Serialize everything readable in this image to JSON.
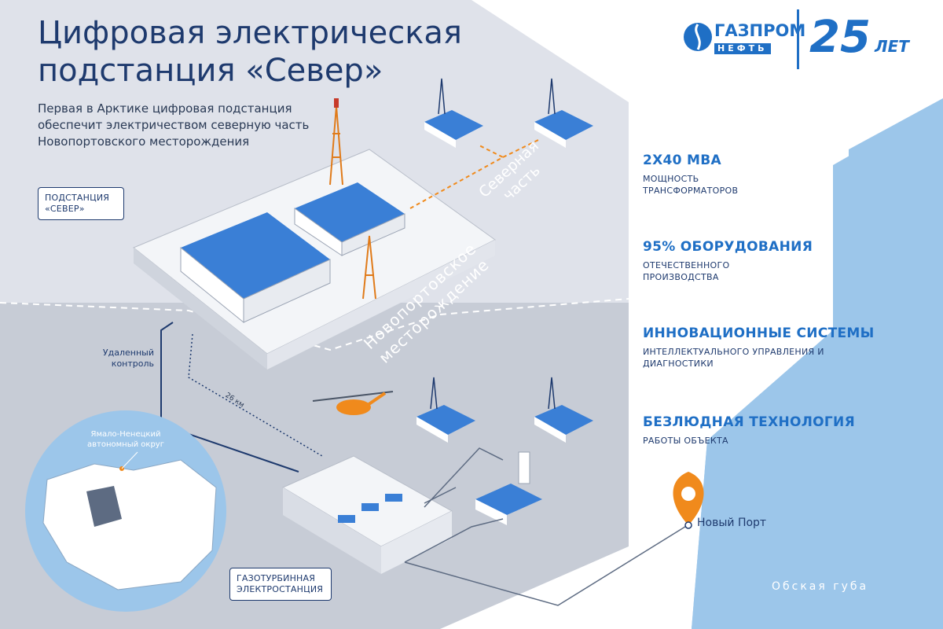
{
  "header": {
    "title_line1": "Цифровая электрическая",
    "title_line2": "подстанция «Север»",
    "subtitle_line1": "Первая в Арктике цифровая подстанция",
    "subtitle_line2": "обеспечит электричеством северную часть",
    "subtitle_line3": "Новопортовского месторождения"
  },
  "logo": {
    "brand_line1": "ГАЗПРОМ",
    "brand_line2": "НЕФТЬ",
    "anniversary_number": "25",
    "anniversary_word": "ЛЕТ"
  },
  "stats": [
    {
      "value": "2Х40 МВА",
      "desc_line1": "МОЩНОСТЬ",
      "desc_line2": "ТРАНСФОРМАТОРОВ"
    },
    {
      "value": "95% ОБОРУДОВАНИЯ",
      "desc_line1": "ОТЕЧЕСТВЕННОГО",
      "desc_line2": "ПРОИЗВОДСТВА"
    },
    {
      "value": "ИННОВАЦИОННЫЕ СИСТЕМЫ",
      "desc_line1": "ИНТЕЛЛЕКТУАЛЬНОГО УПРАВЛЕНИЯ И",
      "desc_line2": "ДИАГНОСТИКИ"
    },
    {
      "value": "БЕЗЛЮДНАЯ ТЕХНОЛОГИЯ",
      "desc_line1": "РАБОТЫ ОБЪЕКТА",
      "desc_line2": ""
    }
  ],
  "labels": {
    "substation_line1": "ПОДСТАНЦИЯ",
    "substation_line2": "«СЕВЕР»",
    "remote_line1": "Удаленный",
    "remote_line2": "контроль",
    "distance": "26 км",
    "gas_turbine_line1": "ГАЗОТУРБИННАЯ",
    "gas_turbine_line2": "ЭЛЕКТРОСТАНЦИЯ",
    "north_line1": "Северная",
    "north_line2": "часть",
    "field_line1": "Новопортовское",
    "field_line2": "месторождение",
    "port": "Новый Порт",
    "bay": "Обская губа",
    "region_line1": "Ямало-Ненецкий",
    "region_line2": "автономный округ"
  },
  "colors": {
    "brand_blue": "#1f6fc5",
    "dark_navy": "#1e3a6e",
    "ground_light": "#dfe2ea",
    "ground_mid": "#c7ccd6",
    "water": "#9cc6ea",
    "accent_orange": "#f08a1c"
  }
}
